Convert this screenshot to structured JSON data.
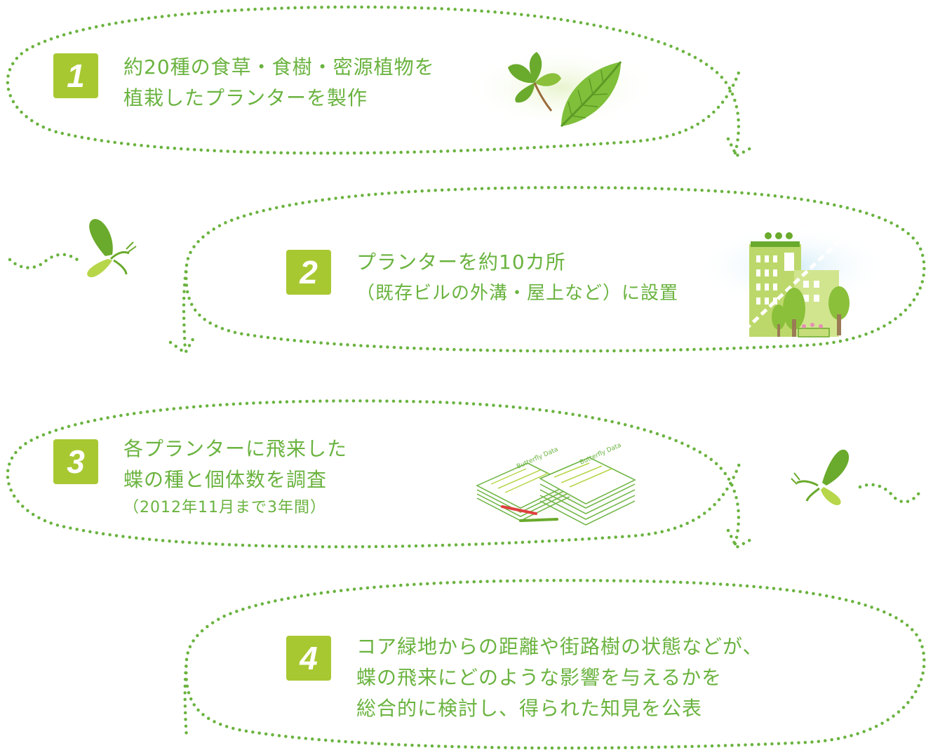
{
  "colors": {
    "accent_text": "#6ab33f",
    "badge": "#a8c832",
    "dots": "#6ab33f",
    "leaf_dark": "#6aaa2c",
    "leaf_light": "#b7d64a"
  },
  "steps": [
    {
      "number": "1",
      "lines": [
        "約20種の食草・食樹・密源植物を",
        "植栽したプランターを製作"
      ],
      "note": "",
      "icon": "leaves-icon"
    },
    {
      "number": "2",
      "lines": [
        "プランターを約10カ所"
      ],
      "note": "（既存ビルの外溝・屋上など）に設置",
      "icon": "building-icon"
    },
    {
      "number": "3",
      "lines": [
        "各プランターに飛来した",
        "蝶の種と個体数を調査"
      ],
      "note": "（2012年11月まで3年間）",
      "icon": "documents-icon"
    },
    {
      "number": "4",
      "lines": [
        "コア緑地からの距離や街路樹の状態などが、",
        "蝶の飛来にどのような影響を与えるかを",
        "総合的に検討し、得られた知見を公表"
      ],
      "note": "",
      "icon": ""
    }
  ],
  "document_label": "Butterfly Data"
}
